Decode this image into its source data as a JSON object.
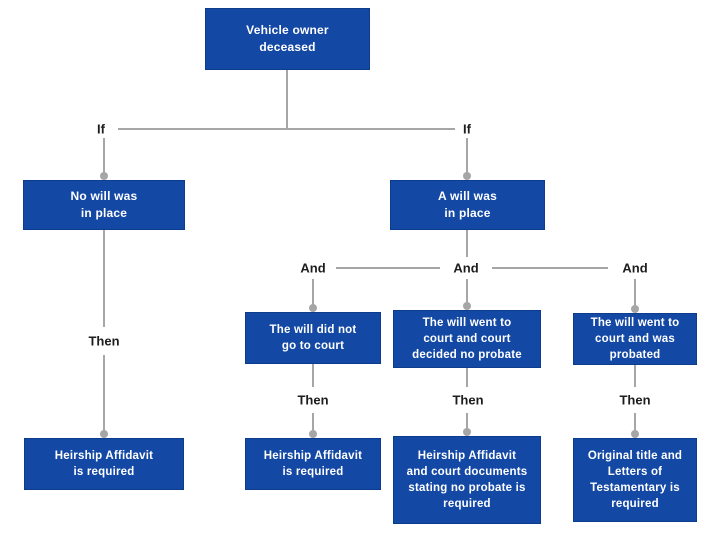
{
  "diagram": {
    "type": "flowchart",
    "title": "Vehicle owner deceased decision flowchart",
    "root": {
      "label": [
        "Vehicle owner",
        "deceased"
      ]
    },
    "branch_labels": {
      "if_left": "If",
      "if_right": "If",
      "and_left": "And",
      "and_mid": "And",
      "and_right": "And",
      "then_no_will": "Then",
      "then_no_court": "Then",
      "then_court_no_probate": "Then",
      "then_probated": "Then"
    },
    "nodes": {
      "no_will": {
        "label": [
          "No will was",
          "in place"
        ]
      },
      "a_will": {
        "label": [
          "A will was",
          "in place"
        ]
      },
      "no_court": {
        "label": [
          "The will did not",
          "go to court"
        ]
      },
      "court_no_probate": {
        "label": [
          "The will went to",
          "court and court",
          "decided no probate"
        ]
      },
      "probated": {
        "label": [
          "The will went to",
          "court and was",
          "probated"
        ]
      },
      "result_no_will": {
        "label": [
          "Heirship Affidavit",
          "is required"
        ]
      },
      "result_no_court": {
        "label": [
          "Heirship Affidavit",
          "is required"
        ]
      },
      "result_court_no_probate": {
        "label": [
          "Heirship Affidavit",
          "and court documents",
          "stating no probate is",
          "required"
        ]
      },
      "result_probated": {
        "label": [
          "Original title and",
          "Letters of",
          "Testamentary is",
          "required"
        ]
      }
    },
    "colors": {
      "node_fill": "#1348a5",
      "node_border": "#0e3c8c",
      "node_text": "#ffffff",
      "connector": "#a6a6a6",
      "label_text": "#1d1d1d",
      "background": "#ffffff"
    }
  }
}
